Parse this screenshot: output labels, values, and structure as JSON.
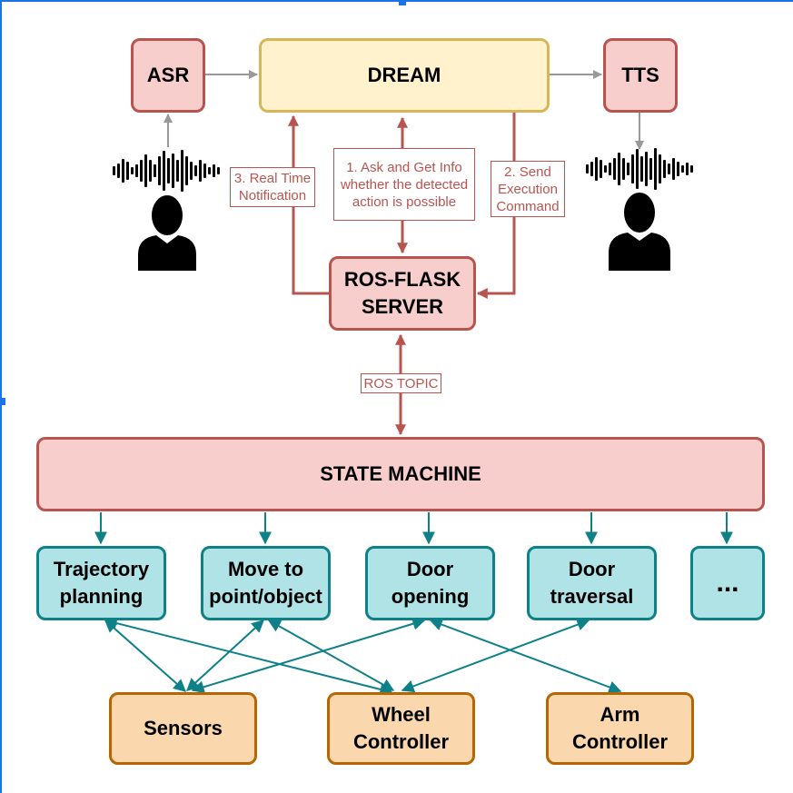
{
  "nodes": {
    "asr": "ASR",
    "dream": "DREAM",
    "tts": "TTS",
    "ros_flask": "ROS-FLASK\nSERVER",
    "state_machine": "STATE MACHINE",
    "skills": [
      "Trajectory\nplanning",
      "Move to\npoint/object",
      "Door\nopening",
      "Door\ntraversal",
      "..."
    ],
    "hardware": [
      "Sensors",
      "Wheel\nController",
      "Arm\nController"
    ]
  },
  "edges": {
    "ask_info": "1. Ask and Get Info\nwhether the detected\naction is possible",
    "send_command": "2. Send\nExecution\nCommand",
    "notification": "3. Real Time\nNotification",
    "ros_topic": "ROS TOPIC"
  },
  "colors": {
    "red_fill": "#f8cecc",
    "red_stroke": "#b85450",
    "yellow_fill": "#fff2cc",
    "yellow_stroke": "#d6b656",
    "teal_fill": "#b0e3e6",
    "teal_stroke": "#0e8088",
    "orange_fill": "#fad7ac",
    "orange_stroke": "#b46504",
    "gray_arrow": "#999999"
  },
  "icons": [
    "waveform-icon",
    "person-icon"
  ]
}
